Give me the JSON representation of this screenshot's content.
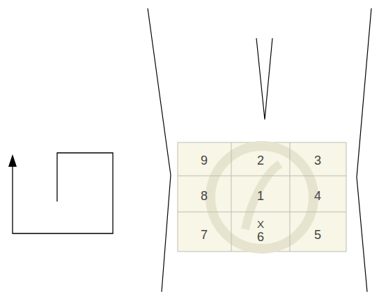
{
  "diagram": {
    "labels": [
      "9",
      "2",
      "3",
      "8",
      "1",
      "4",
      "7",
      "6",
      "5",
      "X"
    ]
  }
}
